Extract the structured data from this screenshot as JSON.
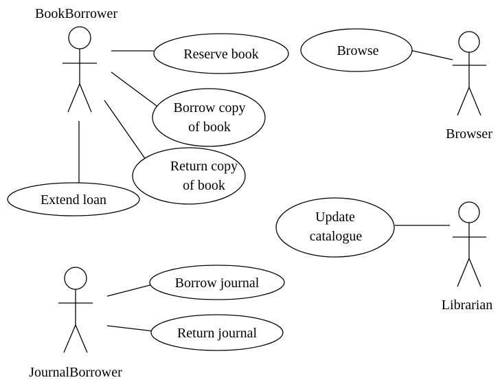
{
  "actors": {
    "book_borrower": "BookBorrower",
    "browser": "Browser",
    "librarian": "Librarian",
    "journal_borrower": "JournalBorrower"
  },
  "use_cases": {
    "reserve_book": [
      "Reserve book"
    ],
    "browse": [
      "Browse"
    ],
    "borrow_copy": [
      "Borrow copy",
      "of book"
    ],
    "return_copy": [
      "Return copy",
      "of book"
    ],
    "extend_loan": [
      "Extend loan"
    ],
    "update_catalogue": [
      "Update",
      "catalogue"
    ],
    "borrow_journal": [
      "Borrow journal"
    ],
    "return_journal": [
      "Return journal"
    ]
  },
  "colors": {
    "line": "#000000",
    "background": "#ffffff"
  }
}
